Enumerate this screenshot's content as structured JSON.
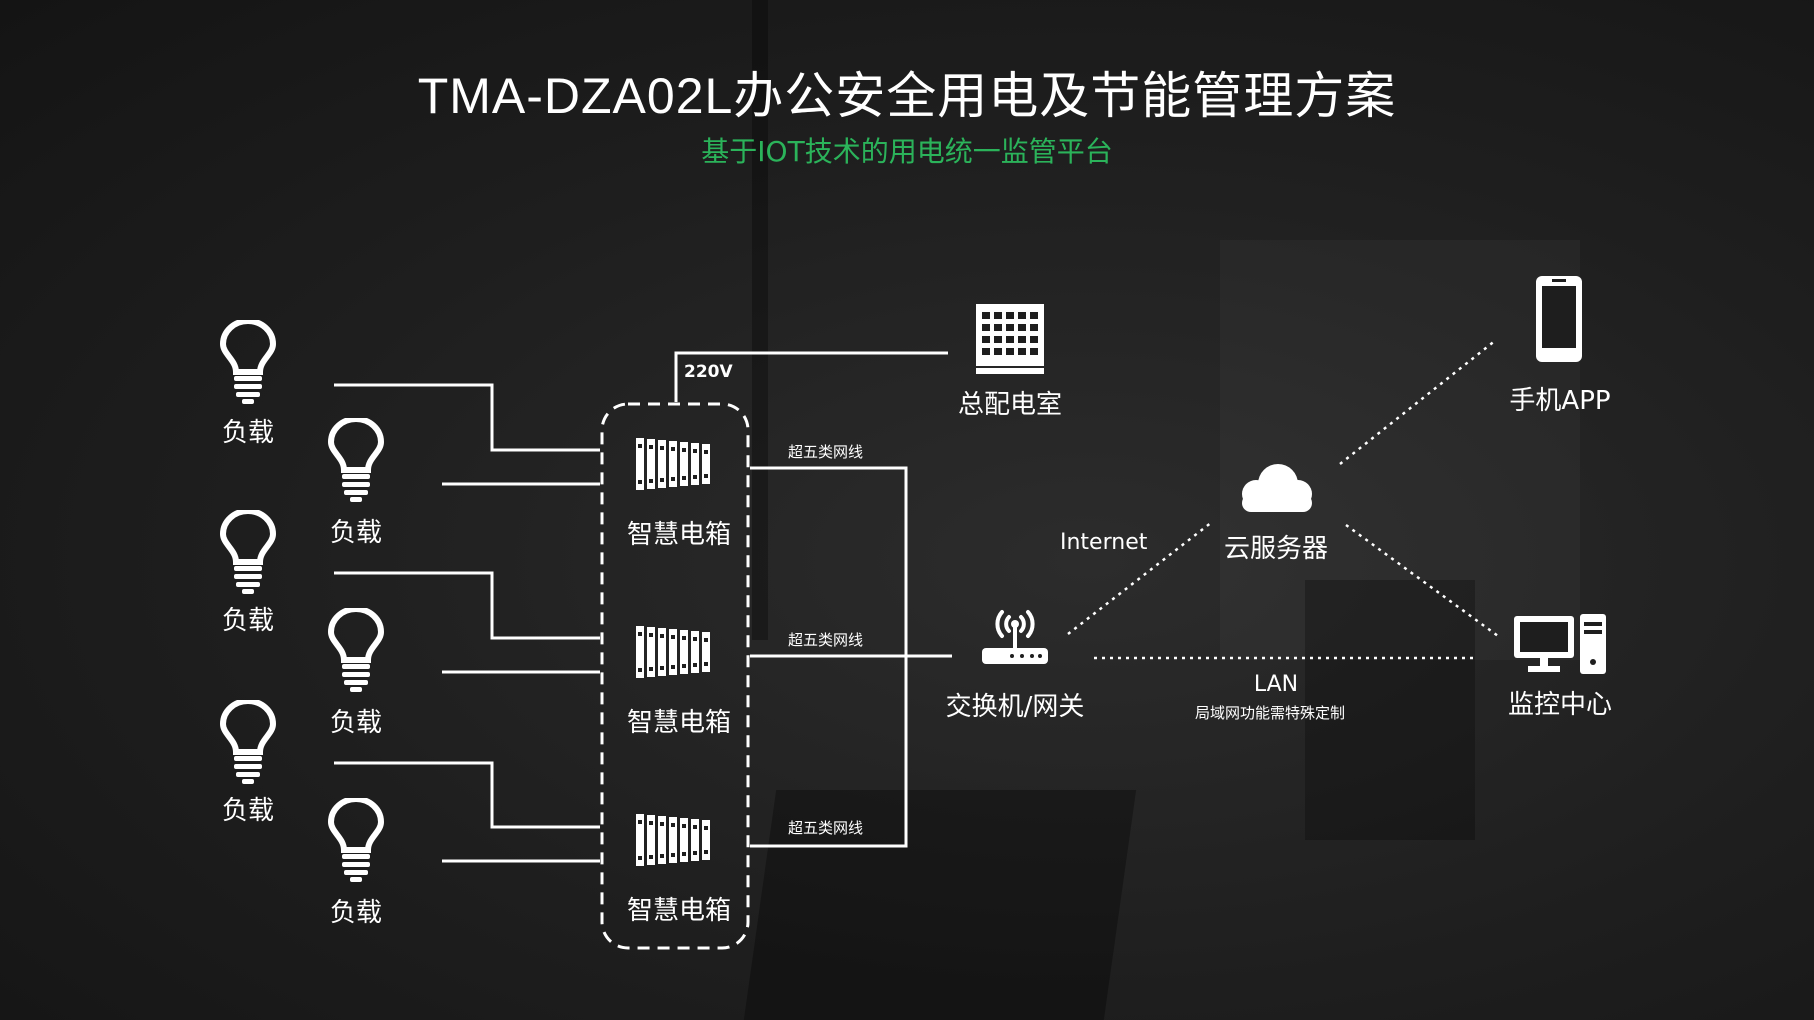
{
  "title": "TMA-DZA02L办公安全用电及节能管理方案",
  "subtitle": "基于IOT技术的用电统一监管平台",
  "colors": {
    "accent": "#2bb35a",
    "line": "#ffffff",
    "background": "#1e1e1e"
  },
  "loads": [
    {
      "label": "负载"
    },
    {
      "label": "负载"
    },
    {
      "label": "负载"
    },
    {
      "label": "负载"
    },
    {
      "label": "负载"
    },
    {
      "label": "负载"
    }
  ],
  "smart_boxes": [
    {
      "label": "智慧电箱",
      "cable_label": "超五类网线"
    },
    {
      "label": "智慧电箱",
      "cable_label": "超五类网线"
    },
    {
      "label": "智慧电箱",
      "cable_label": "超五类网线"
    }
  ],
  "voltage_label": "220V",
  "distribution_room": {
    "label": "总配电室",
    "icon": "building-icon"
  },
  "gateway": {
    "label": "交换机/网关",
    "icon": "router-icon"
  },
  "cloud": {
    "label": "云服务器",
    "icon": "cloud-icon"
  },
  "internet_label": "Internet",
  "mobile": {
    "label": "手机APP",
    "icon": "phone-icon"
  },
  "monitor": {
    "label": "监控中心",
    "icon": "computer-icon"
  },
  "lan": {
    "label": "LAN",
    "note": "局域网功能需特殊定制"
  }
}
